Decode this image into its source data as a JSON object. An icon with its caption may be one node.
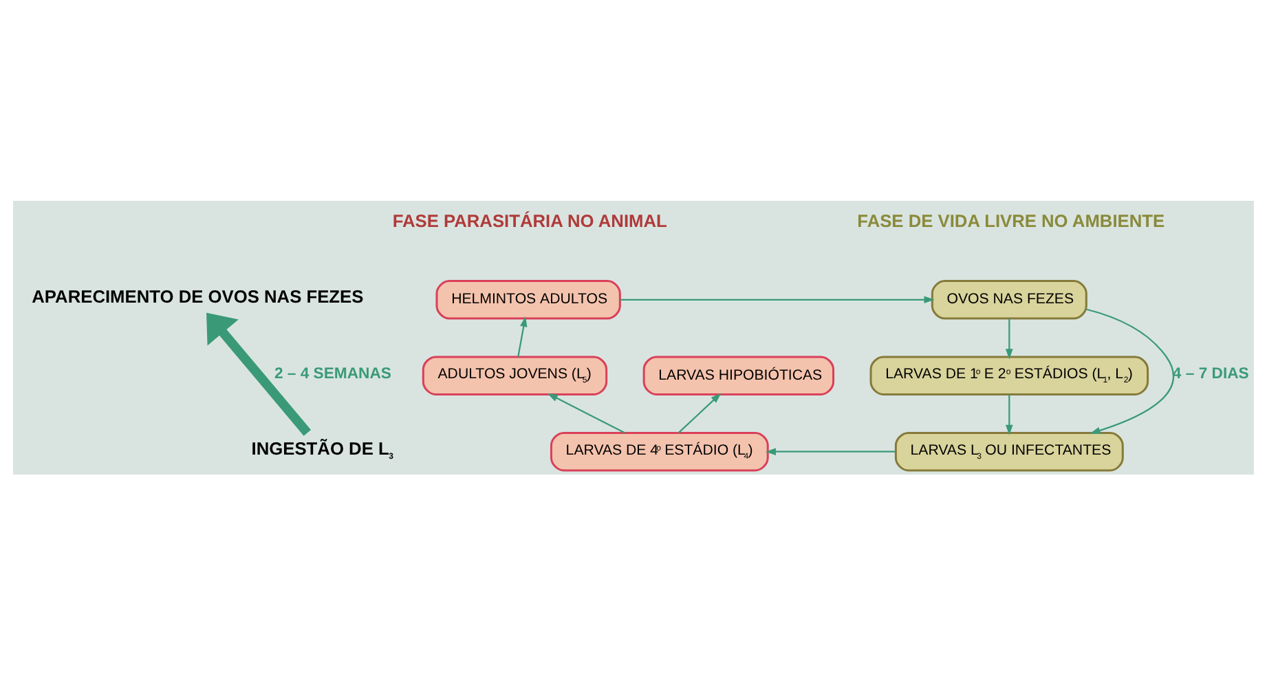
{
  "diagram": {
    "nodes": [
      {
        "text": [
          "HELMINTOS ADULTOS"
        ]
      },
      {
        "text": [
          "OVOS NAS FEZES"
        ]
      },
      {
        "text": [
          "LARVAS DE 1$^{o}$ E 2$^{o}$ ESTÁDIOS (L$_{1}$, L$_{2}$)"
        ]
      },
      {
        "text": [
          "LARVAS L$_{3}$ OU INFECTANTES"
        ]
      },
      {
        "text": [
          "LARVAS DE 4$^{o}$ ESTÁDIO (L$_{4}$)"
        ]
      },
      {
        "text": [
          "ADULTOS JOVENS (L$_{5}$)"
        ]
      },
      {
        "text": [
          "LARVAS HIPOBIÓTICAS"
        ]
      },
      {
        "text": [
          "APARECIMENTO DE OVOS NAS FEZES"
        ]
      },
      {
        "text": [
          "INGESTÃO DE L$_{3}$"
        ]
      }
    ],
    "edges": [
      {
        "from": 0,
        "to": 1,
        "arrow": "to"
      },
      {
        "from": 1,
        "to": 2,
        "arrow": "to"
      },
      {
        "from": 2,
        "to": 3,
        "arrow": "to"
      },
      {
        "from": 1,
        "to": 3,
        "arrow": "to",
        "label": "4 – 7 DIAS"
      },
      {
        "from": 3,
        "to": 4,
        "arrow": "to"
      },
      {
        "from": 4,
        "to": 5,
        "arrow": "to"
      },
      {
        "from": 4,
        "to": 6,
        "arrow": "to"
      },
      {
        "from": 5,
        "to": 0,
        "arrow": "to"
      },
      {
        "from": 8,
        "to": 7,
        "arrow": "to",
        "label": "2 – 4 SEMANAS",
        "style": "thick"
      }
    ],
    "labels": [
      "FASE PARASITÁRIA NO ANIMAL",
      "FASE DE VIDA LIVRE NO AMBIENTE"
    ]
  }
}
